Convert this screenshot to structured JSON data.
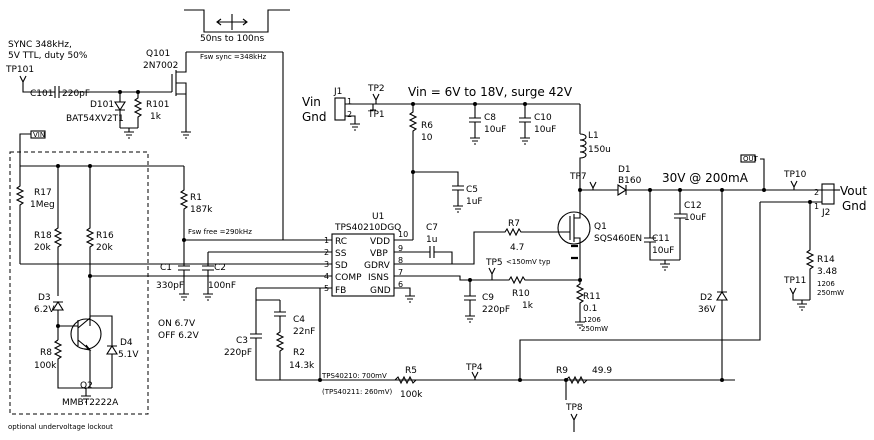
{
  "labels": {
    "sync_line1": "SYNC 348kHz,",
    "sync_line2": "5V TTL, duty 50%",
    "tp101": "TP101",
    "c101": "C101",
    "c101_val": "220pF",
    "d101": "D101",
    "d101_part": "BAT54XV2T1",
    "r101": "R101",
    "r101_val": "1k",
    "q101": "Q101",
    "q101_part": "2N7002",
    "pulse_note": "50ns to 100ns",
    "fsw_sync": "Fsw sync =348kHz",
    "vin_label": "Vin",
    "gnd_label": "Gnd",
    "j1": "J1",
    "tp2": "TP2",
    "tp1": "TP1",
    "vin_range": "Vin = 6V to 18V, surge 42V",
    "r6": "R6",
    "r6_val": "10",
    "c8": "C8",
    "c8_val": "10uF",
    "c10": "C10",
    "c10_val": "10uF",
    "l1": "L1",
    "l1_val": "150u",
    "vout_flag": "OUT",
    "d1": "D1",
    "d1_part": "B160",
    "tp7": "TP7",
    "vout_spec": "30V @ 200mA",
    "tp10": "TP10",
    "j2": "J2",
    "vout_label": "Vout",
    "gnd_out_label": "Gnd",
    "vin_flag": "VIN",
    "r17": "R17",
    "r17_val": "1Meg",
    "r18": "R18",
    "r18_val": "20k",
    "r16": "R16",
    "r16_val": "20k",
    "r1": "R1",
    "r1_val": "187k",
    "fsw_free": "Fsw free =290kHz",
    "c5": "C5",
    "c5_val": "1uF",
    "c12": "C12",
    "c12_val": "10uF",
    "c11": "C11",
    "c11_val": "10uF",
    "u1": "U1",
    "u1_part": "TPS40210DGQ",
    "c7": "C7",
    "c7_val": "1u",
    "r7": "R7",
    "r7_val": "4.7",
    "q1": "Q1",
    "q1_part": "SQS460EN",
    "tp5": "TP5",
    "tp5_note": "<150mV typ",
    "r10": "R10",
    "r10_val": "1k",
    "r11": "R11",
    "r11_val": "0.1",
    "r11_pkg1": "1206",
    "r11_pkg2": "250mW",
    "c9": "C9",
    "c9_val": "220pF",
    "r14": "R14",
    "r14_val": "3.48",
    "r14_pkg1": "1206",
    "r14_pkg2": "250mW",
    "tp11": "TP11",
    "d2": "D2",
    "d2_val": "36V",
    "c1": "C1",
    "c1_val": "330pF",
    "c2": "C2",
    "c2_val": "100nF",
    "d3": "D3",
    "d3_val": "6.2V",
    "r8": "R8",
    "r8_val": "100k",
    "d4": "D4",
    "d4_val": "5.1V",
    "q2": "Q2",
    "q2_part": "MMBT2222A",
    "uvlo_note": "optional undervoltage lockout",
    "on_note": "ON  6.7V",
    "off_note": "OFF 6.2V",
    "c4": "C4",
    "c4_val": "22nF",
    "c3": "C3",
    "c3_val": "220pF",
    "r2": "R2",
    "r2_val": "14.3k",
    "fb_note1": "TPS40210: 700mV",
    "fb_note2": "(TPS40211: 260mV)",
    "r5": "R5",
    "r5_val": "100k",
    "tp4": "TP4",
    "r9": "R9",
    "r9_val": "49.9",
    "tp8": "TP8"
  },
  "ic_pins": {
    "rc": "RC",
    "ss": "SS",
    "sd": "SD",
    "comp": "COMP",
    "fb": "FB",
    "vdd": "VDD",
    "vbp": "VBP",
    "gdrv": "GDRV",
    "isns": "ISNS",
    "gnd": "GND",
    "n1": "1",
    "n2": "2",
    "n3": "3",
    "n4": "4",
    "n5": "5",
    "n10": "10",
    "n9": "9",
    "n8": "8",
    "n7": "7",
    "n6": "6"
  },
  "conn_pins": {
    "j1_p1": "1",
    "j1_p2": "2",
    "j2_p2": "2",
    "j2_p1": "1"
  }
}
